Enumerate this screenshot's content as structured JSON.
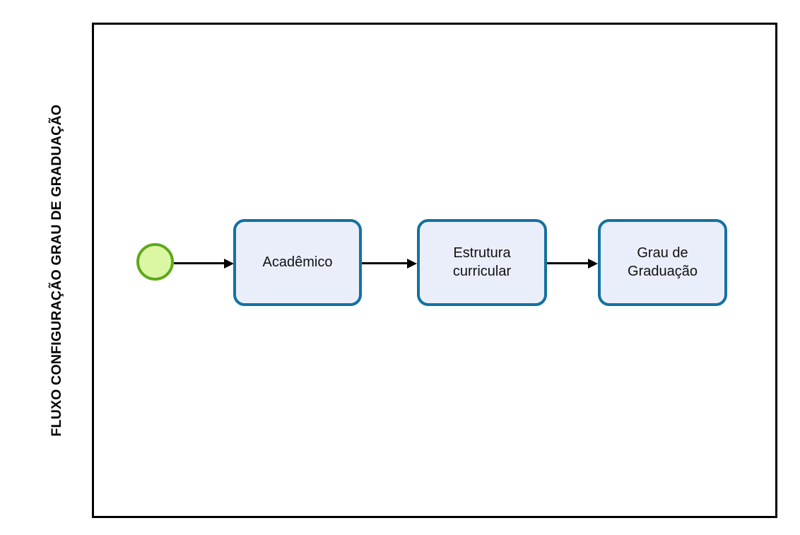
{
  "diagram": {
    "type": "bpmn-process-flow",
    "orientation": "horizontal",
    "pool": {
      "lane_title": "FLUXO CONFIGURAÇÃO GRAU DE GRADUAÇÃO",
      "border_color": "#000000",
      "background": "#ffffff"
    },
    "colors": {
      "task_fill": "#eaeefb",
      "task_border": "#14719f",
      "start_event_fill": "#dcf7a3",
      "start_event_border": "#5ea81c",
      "connector": "#000000",
      "text": "#111111"
    },
    "nodes": [
      {
        "id": "start-event",
        "kind": "start-event",
        "label": ""
      },
      {
        "id": "task-1",
        "kind": "task",
        "label": "Acadêmico"
      },
      {
        "id": "task-2",
        "kind": "task",
        "label": "Estrutura\ncurricular"
      },
      {
        "id": "task-3",
        "kind": "task",
        "label": "Grau de\nGraduação"
      }
    ],
    "flows": [
      {
        "id": "flow-1",
        "from": "start-event",
        "to": "task-1",
        "label": ""
      },
      {
        "id": "flow-2",
        "from": "task-1",
        "to": "task-2",
        "label": ""
      },
      {
        "id": "flow-3",
        "from": "task-2",
        "to": "task-3",
        "label": ""
      }
    ]
  }
}
